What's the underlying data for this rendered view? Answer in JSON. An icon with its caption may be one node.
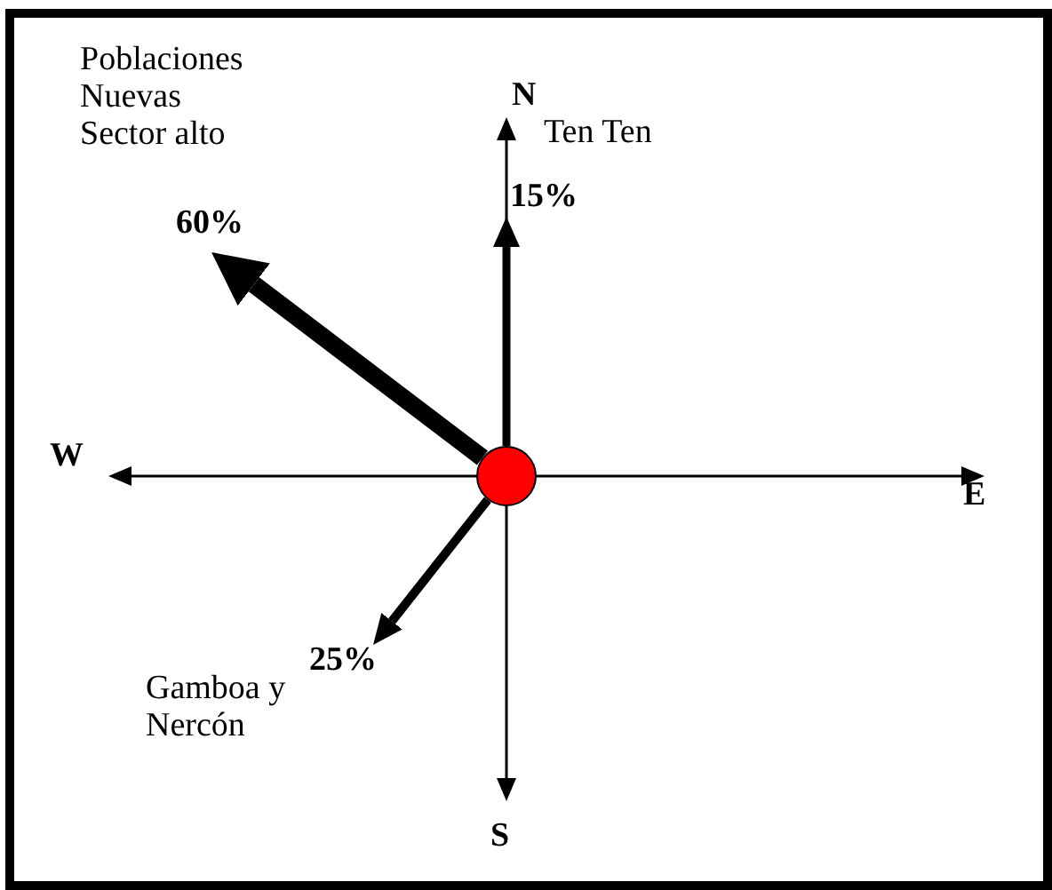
{
  "diagram": {
    "nodes": [
      {
        "text": [],
        "shape": "circle"
      },
      {
        "text": [
          "Poblaciones Nuevas Sector alto"
        ]
      },
      {
        "text": [
          "Ten Ten"
        ]
      },
      {
        "text": [
          "Gamboa y Nercón"
        ]
      },
      {
        "text": [
          "N"
        ]
      },
      {
        "text": [
          "S"
        ]
      },
      {
        "text": [
          "E"
        ]
      },
      {
        "text": [
          "W"
        ]
      }
    ],
    "edges": [
      {
        "from": 0,
        "to": 1,
        "arrow": "to",
        "label": "60%",
        "style": "thick"
      },
      {
        "from": 0,
        "to": 2,
        "arrow": "to",
        "label": "15%",
        "style": "thick"
      },
      {
        "from": 0,
        "to": 3,
        "arrow": "to",
        "label": "25%",
        "style": "thick"
      },
      {
        "from": 0,
        "to": 4,
        "arrow": "to"
      },
      {
        "from": 0,
        "to": 5,
        "arrow": "to"
      },
      {
        "from": 0,
        "to": 6,
        "arrow": "to"
      },
      {
        "from": 0,
        "to": 7,
        "arrow": "to"
      }
    ]
  }
}
